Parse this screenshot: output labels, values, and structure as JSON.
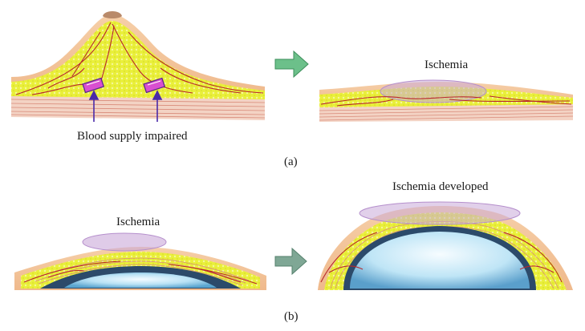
{
  "panel_a": {
    "caption": "(a)",
    "label_blood_supply": "Blood supply impaired",
    "label_ischemia": "Ischemia"
  },
  "panel_b": {
    "caption": "(b)",
    "label_ischemia": "Ischemia",
    "label_ischemia_developed": "Ischemia developed"
  },
  "colors": {
    "skin": "#f2c39a",
    "fat": "#e9ef3a",
    "muscle_lines": "#d98b7a",
    "vessel": "#b8262a",
    "ischemia": "#c9a9d8",
    "implant_fill": "#9fd6ee",
    "implant_capsule": "#2c4a6a",
    "arrow_a": "#6cc08a",
    "arrow_b": "#7fa795",
    "device": "#d94fd0",
    "pointer": "#4a2aa8"
  }
}
